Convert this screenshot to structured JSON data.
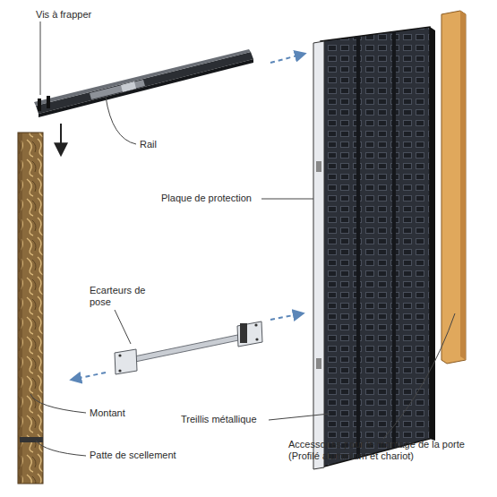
{
  "diagram": {
    "labels": [
      "Vis à frapper",
      "Rail",
      "Plaque de protection",
      "Ecarteurs de pose",
      "Montant",
      "Treillis métallique",
      "Patte de scellement",
      "Accessoires pour le montage de la porte (Profilé aluminium et chariot)"
    ]
  }
}
